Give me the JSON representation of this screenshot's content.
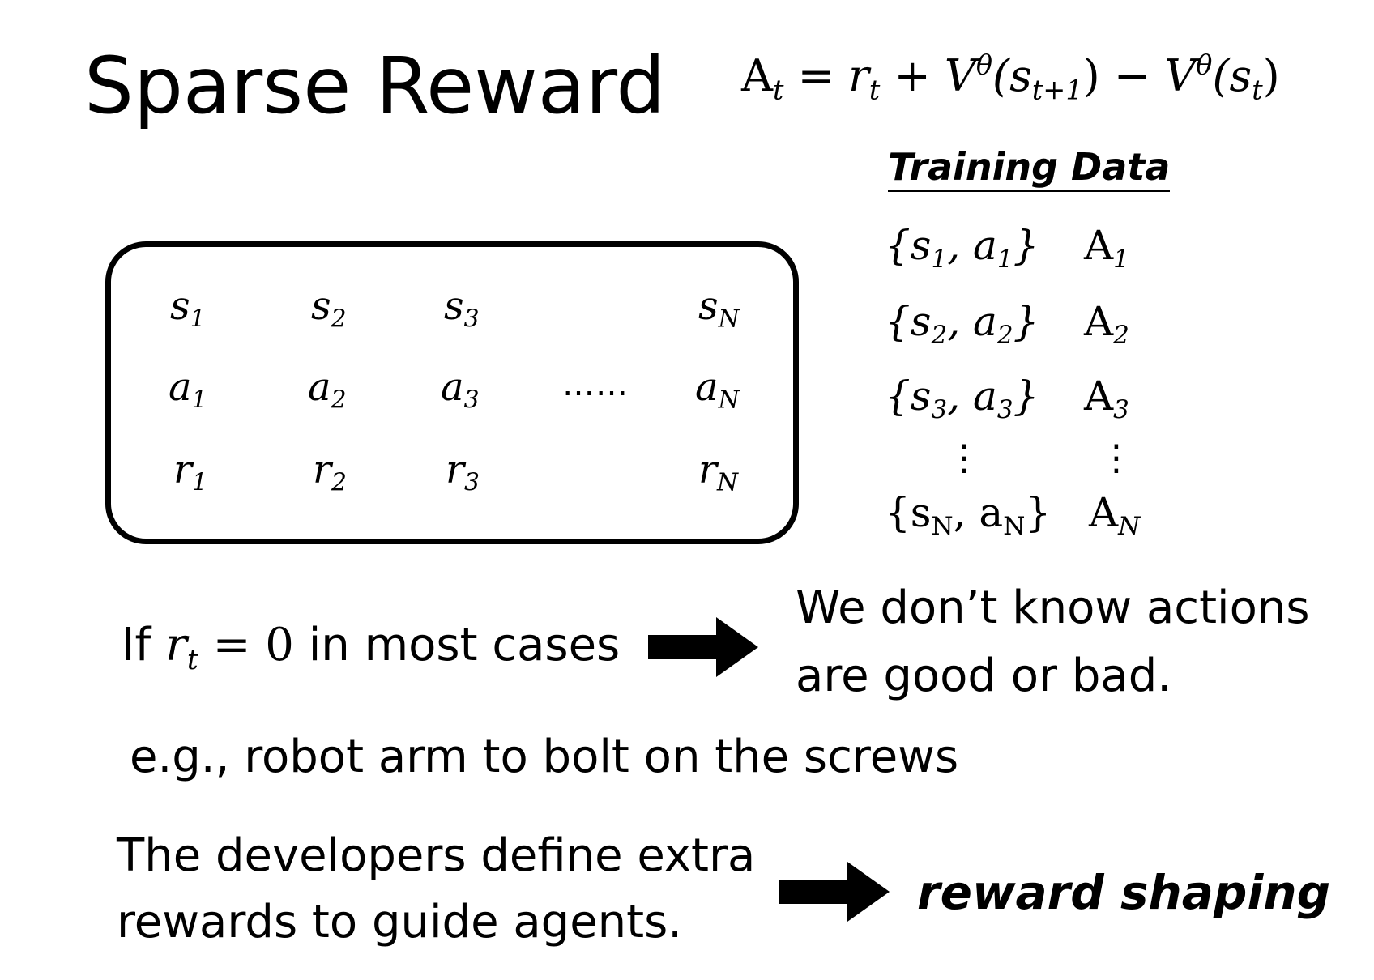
{
  "title": "Sparse Reward",
  "formula": {
    "lhs": "A",
    "lhs_sub": "t",
    "eq": " = ",
    "r": "r",
    "r_sub": "t",
    "plus": " + ",
    "v1": "V",
    "v1_sup": "θ",
    "v1_arg_open": "(s",
    "v1_arg_sub": "t+1",
    "v1_arg_close": ")",
    "minus": " − ",
    "v2": "V",
    "v2_sup": "θ",
    "v2_arg_open": "(s",
    "v2_arg_sub": "t",
    "v2_arg_close": ")"
  },
  "training_data": {
    "heading": "Training Data",
    "rows": [
      {
        "pair_open": "{s",
        "s_sub": "1",
        "comma": ", a",
        "a_sub": "1",
        "pair_close": "}",
        "adv": "A",
        "adv_sub": "1"
      },
      {
        "pair_open": "{s",
        "s_sub": "2",
        "comma": ", a",
        "a_sub": "2",
        "pair_close": "}",
        "adv": "A",
        "adv_sub": "2"
      },
      {
        "pair_open": "{s",
        "s_sub": "3",
        "comma": ", a",
        "a_sub": "3",
        "pair_close": "}",
        "adv": "A",
        "adv_sub": "3"
      },
      {
        "pair_open": "{s",
        "s_sub": "N",
        "comma": ", a",
        "a_sub": "N",
        "pair_close": "}",
        "adv": "A",
        "adv_sub": "N"
      }
    ],
    "vdots": "⋮"
  },
  "trajectory": {
    "states": [
      {
        "base": "s",
        "sub": "1"
      },
      {
        "base": "s",
        "sub": "2"
      },
      {
        "base": "s",
        "sub": "3"
      },
      {
        "base": "s",
        "sub": "N"
      }
    ],
    "actions": [
      {
        "base": "a",
        "sub": "1"
      },
      {
        "base": "a",
        "sub": "2"
      },
      {
        "base": "a",
        "sub": "3"
      },
      {
        "base": "a",
        "sub": "N"
      }
    ],
    "rewards": [
      {
        "base": "r",
        "sub": "1"
      },
      {
        "base": "r",
        "sub": "2"
      },
      {
        "base": "r",
        "sub": "3"
      },
      {
        "base": "r",
        "sub": "N"
      }
    ],
    "ellipsis": "……"
  },
  "statement1": {
    "if": "If ",
    "r": "r",
    "r_sub": "t",
    "eq": " = 0",
    "rest": " in most cases",
    "result_line1": "We don’t know actions",
    "result_line2": "are good or bad."
  },
  "example": "e.g., robot arm to bolt on the screws",
  "statement2": {
    "line1": "The developers define extra",
    "line2": "rewards to guide agents.",
    "result": "reward shaping"
  }
}
